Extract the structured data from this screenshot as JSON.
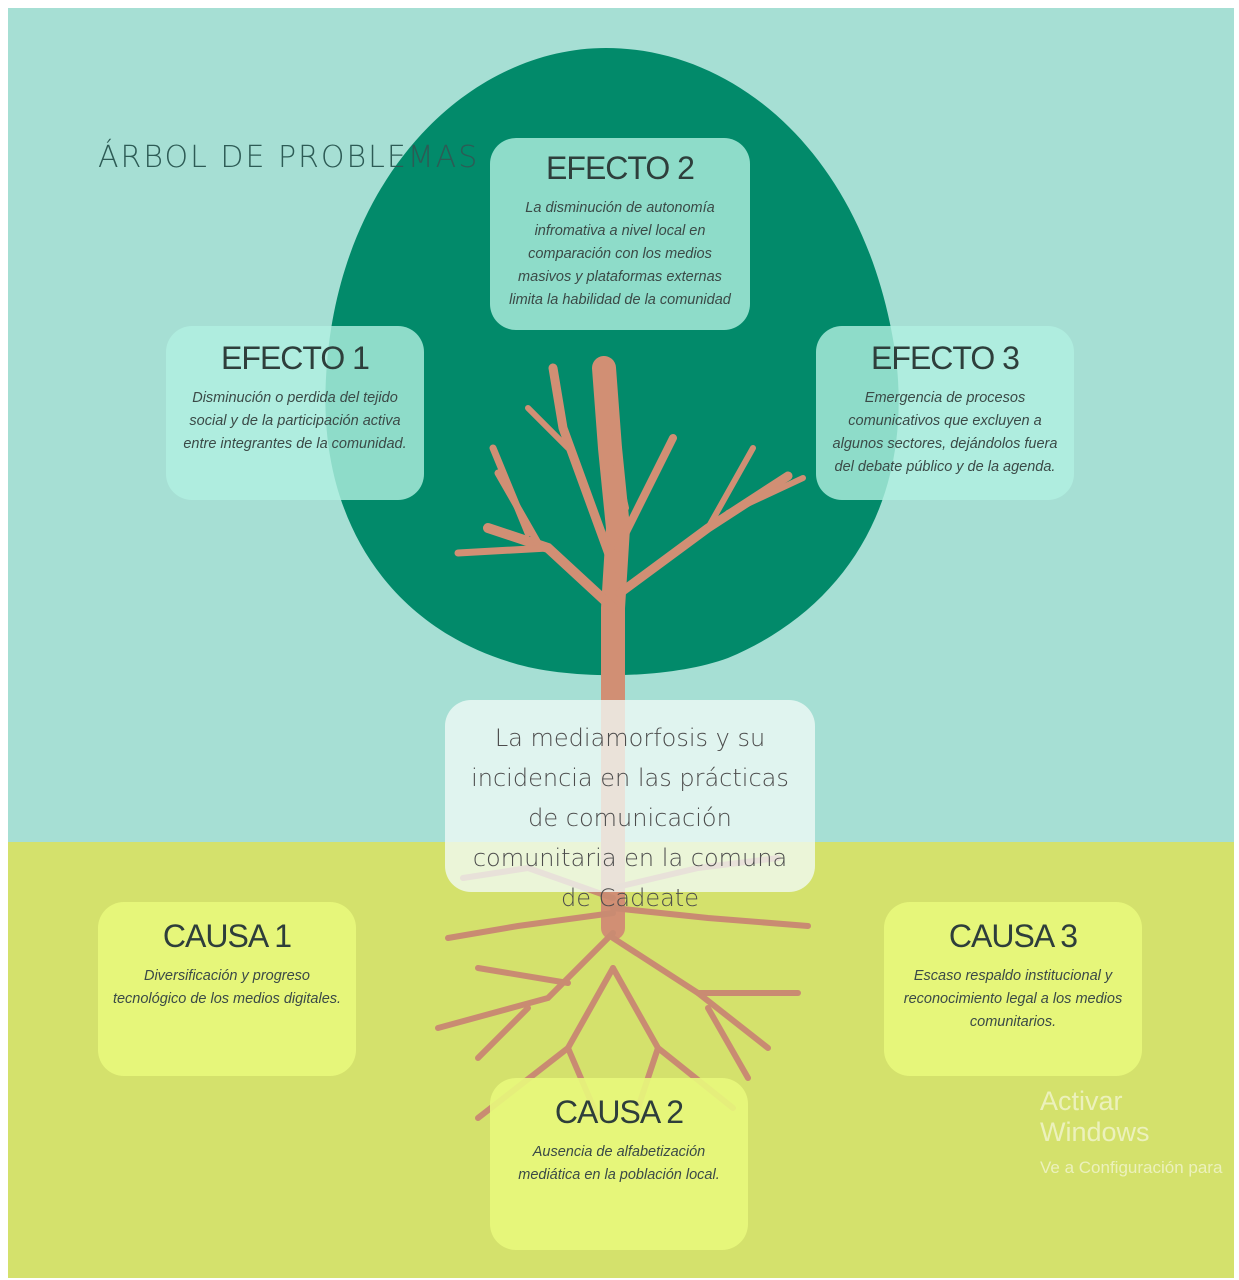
{
  "title": "ÁRBOL DE PROBLEMAS",
  "effects": [
    {
      "heading": "EFECTO 1",
      "text": "Disminución o perdida del tejido social y de la participación activa entre integrantes de la comunidad."
    },
    {
      "heading": "EFECTO 2",
      "text": "La disminución de autonomía infromativa a nivel local en comparación con los medios masivos y plataformas externas limita la habilidad de la comunidad"
    },
    {
      "heading": "EFECTO 3",
      "text": "Emergencia de procesos comunicativos que excluyen a algunos sectores, dejándolos fuera del debate público y de la agenda."
    }
  ],
  "central_problem": "La mediamorfosis y su incidencia en las prácticas de comunicación comunitaria en la comuna de Cadeate",
  "causes": [
    {
      "heading": "CAUSA 1",
      "text": "Diversificación y progreso tecnológico de los medios digitales."
    },
    {
      "heading": "CAUSA 2",
      "text": "Ausencia de alfabetización mediática en la población local."
    },
    {
      "heading": "CAUSA 3",
      "text": "Escaso respaldo institucional y reconocimiento legal a los medios comunitarios."
    }
  ],
  "watermark": {
    "line1": "Activar Windows",
    "line2": "Ve a Configuración para"
  },
  "colors": {
    "sky": "#a6dfd4",
    "ground": "#d4e16c",
    "canopy": "#028a6a",
    "trunk": "#d18f74",
    "effect_card": "#b1f0e1",
    "cause_card": "#e8f87c"
  }
}
